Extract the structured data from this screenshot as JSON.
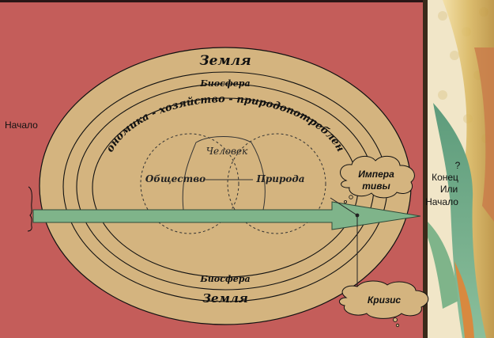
{
  "labels": {
    "earth_top": "Земля",
    "biosphere_top": "Биосфера",
    "economy_arc": "экономика - хозяйство - природопотребление",
    "human": "Человек",
    "society": "Общество",
    "nature": "Природа",
    "biosphere_bottom": "Биосфера",
    "earth_bottom": "Земля",
    "imperatives_line1": "Импера",
    "imperatives_line2": "тивы",
    "crisis": "Кризис",
    "start_left": "Начало",
    "question": "?",
    "end": "Конец",
    "or": "Или",
    "start_right": "Начало"
  },
  "colors": {
    "background": "#c45d5a",
    "ellipse_fill": "#d4b47f",
    "arrow_fill": "#7fb48a",
    "cloud_fill": "#d4b47f",
    "panel_gold": "#d6b46a"
  }
}
